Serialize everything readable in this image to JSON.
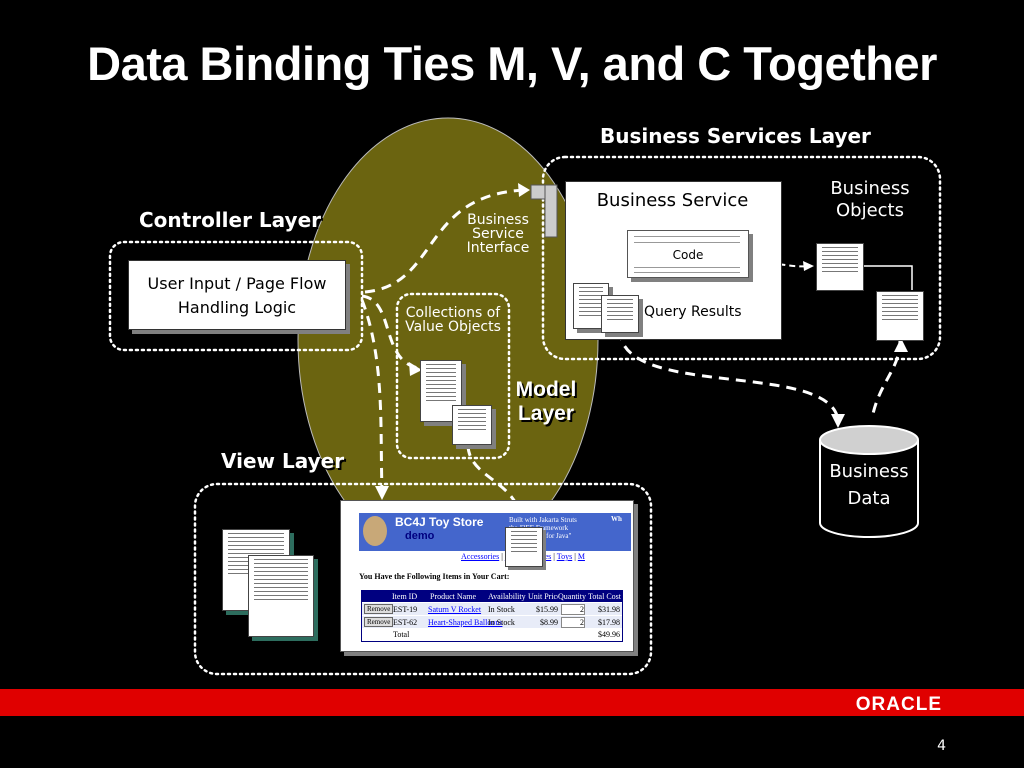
{
  "title": "Data Binding Ties M, V, and C Together",
  "labels": {
    "business_services_layer": "Business Services Layer",
    "controller_layer": "Controller Layer",
    "view_layer": "View Layer",
    "model_layer": "Model Layer",
    "business_service_interface": "Business Service Interface",
    "collections_value_objects": "Collections of Value Objects",
    "business_objects": "Business Objects",
    "business_data": "Business Data"
  },
  "boxes": {
    "user_input_line1": "User Input / Page Flow",
    "user_input_line2": "Handling Logic",
    "business_service": "Business Service",
    "code": "Code",
    "query_results": "Query Results"
  },
  "screen": {
    "brand": "BC4J Toy Store",
    "brand_sub": "demo",
    "powered_by": "Built with Jakarta Struts",
    "powered_by_2": "the J2EE Framework",
    "powered_by_3": "Components for Java\"",
    "corner": "Wh",
    "nav": [
      "Accessories",
      "Party Supplies",
      "Toys",
      "M"
    ],
    "heading": "You Have the Following Items in Your Cart:",
    "columns": [
      "Item ID",
      "Product Name",
      "Availability",
      "Unit Price",
      "Quantity",
      "Total Cost"
    ],
    "rows": [
      {
        "action": "Remove",
        "id": "EST-19",
        "name": "Saturn V Rocket",
        "avail": "In Stock",
        "price": "$15.99",
        "qty": "2",
        "total": "$31.98"
      },
      {
        "action": "Remove",
        "id": "EST-62",
        "name": "Heart-Shaped Balloons",
        "avail": "In Stock",
        "price": "$8.99",
        "qty": "2",
        "total": "$17.98"
      }
    ],
    "total_label": "Total",
    "total_value": "$49.96"
  },
  "footer": {
    "logo": "ORACLE",
    "page": "4"
  },
  "colors": {
    "model_ellipse": "#6b6410",
    "footer_red": "#e00000",
    "link_blue": "#0000ff",
    "header_navy": "#000080"
  }
}
